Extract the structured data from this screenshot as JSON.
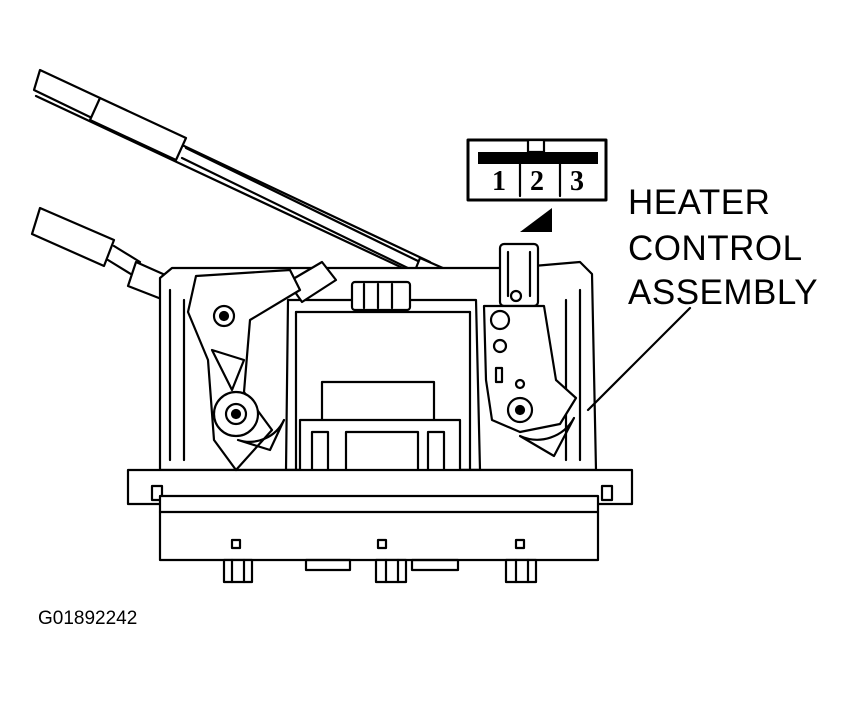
{
  "callout": {
    "line1": "HEATER",
    "line2": "CONTROL",
    "line3": "ASSEMBLY"
  },
  "connector": {
    "pins": [
      "1",
      "2",
      "3"
    ]
  },
  "figure_id": "G01892242"
}
